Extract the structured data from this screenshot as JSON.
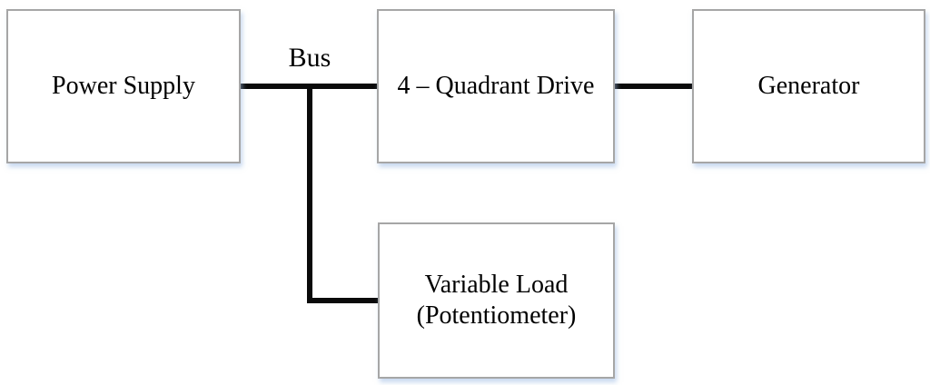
{
  "diagram": {
    "bus_label": "Bus",
    "blocks": [
      {
        "id": "power-supply",
        "label": "Power Supply"
      },
      {
        "id": "four-quadrant-drive",
        "label": "4 – Quadrant Drive"
      },
      {
        "id": "generator",
        "label": "Generator"
      },
      {
        "id": "variable-load",
        "label_line1": "Variable Load",
        "label_line2": "(Potentiometer)"
      }
    ],
    "connections": [
      {
        "from": "power-supply",
        "to": "four-quadrant-drive",
        "via": "bus"
      },
      {
        "from": "four-quadrant-drive",
        "to": "generator"
      },
      {
        "from": "bus",
        "to": "variable-load"
      }
    ],
    "colors": {
      "background": "#ffffff",
      "box_border": "#a6a6a6",
      "box_shadow": "#c4d4ec",
      "wire": "#0a0a0a",
      "text": "#000000"
    }
  }
}
